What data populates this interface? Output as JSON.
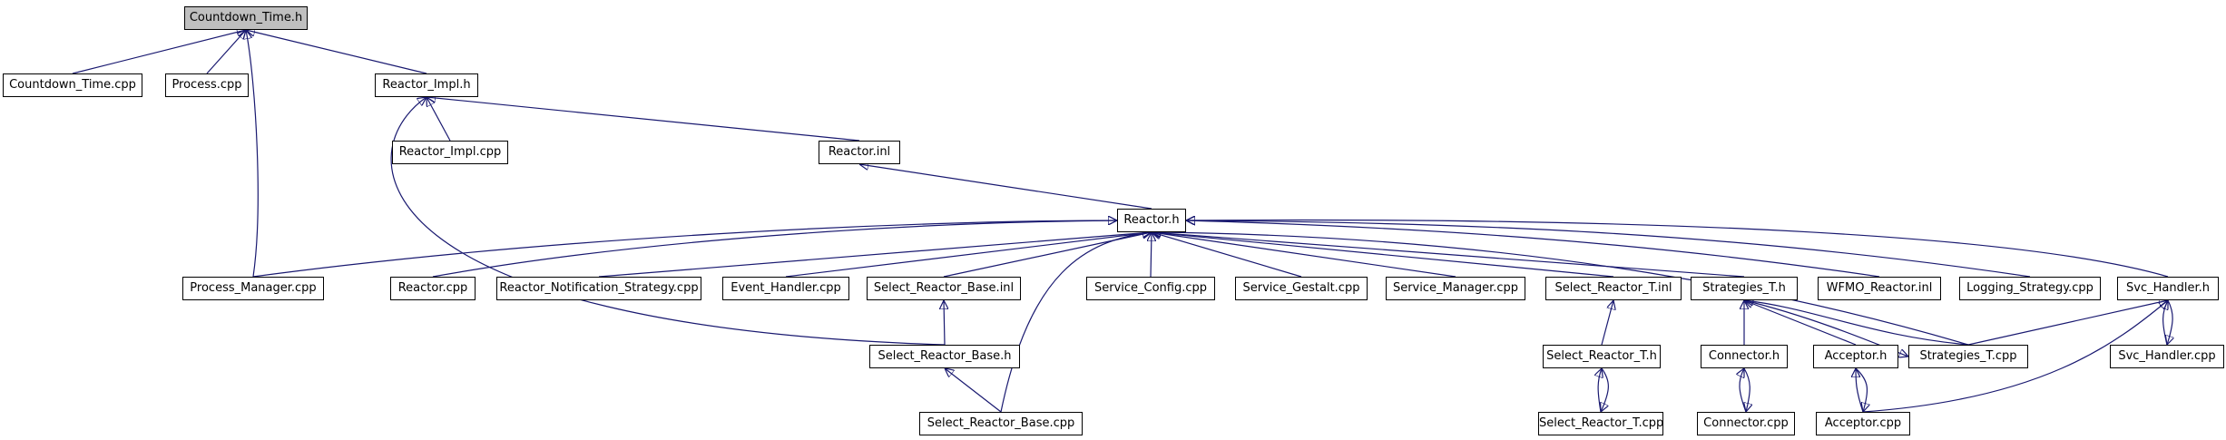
{
  "diagram": {
    "type": "include dependency graph",
    "edge_color": "#191970",
    "root_fill": "#bfbfbf",
    "nodes": [
      {
        "id": "countdown_time_h",
        "label": "Countdown_Time.h"
      },
      {
        "id": "countdown_time_cpp",
        "label": "Countdown_Time.cpp"
      },
      {
        "id": "process_cpp",
        "label": "Process.cpp"
      },
      {
        "id": "reactor_impl_h",
        "label": "Reactor_Impl.h"
      },
      {
        "id": "reactor_impl_cpp",
        "label": "Reactor_Impl.cpp"
      },
      {
        "id": "reactor_inl",
        "label": "Reactor.inl"
      },
      {
        "id": "reactor_h",
        "label": "Reactor.h"
      },
      {
        "id": "process_manager_cpp",
        "label": "Process_Manager.cpp"
      },
      {
        "id": "reactor_cpp",
        "label": "Reactor.cpp"
      },
      {
        "id": "reactor_notification_strategy_cpp",
        "label": "Reactor_Notification_Strategy.cpp"
      },
      {
        "id": "event_handler_cpp",
        "label": "Event_Handler.cpp"
      },
      {
        "id": "select_reactor_base_inl",
        "label": "Select_Reactor_Base.inl"
      },
      {
        "id": "service_config_cpp",
        "label": "Service_Config.cpp"
      },
      {
        "id": "service_gestalt_cpp",
        "label": "Service_Gestalt.cpp"
      },
      {
        "id": "service_manager_cpp",
        "label": "Service_Manager.cpp"
      },
      {
        "id": "select_reactor_t_inl",
        "label": "Select_Reactor_T.inl"
      },
      {
        "id": "strategies_t_h",
        "label": "Strategies_T.h"
      },
      {
        "id": "wfmo_reactor_inl",
        "label": "WFMO_Reactor.inl"
      },
      {
        "id": "logging_strategy_cpp",
        "label": "Logging_Strategy.cpp"
      },
      {
        "id": "svc_handler_h",
        "label": "Svc_Handler.h"
      },
      {
        "id": "select_reactor_base_h",
        "label": "Select_Reactor_Base.h"
      },
      {
        "id": "select_reactor_t_h",
        "label": "Select_Reactor_T.h"
      },
      {
        "id": "connector_h",
        "label": "Connector.h"
      },
      {
        "id": "acceptor_h",
        "label": "Acceptor.h"
      },
      {
        "id": "strategies_t_cpp",
        "label": "Strategies_T.cpp"
      },
      {
        "id": "svc_handler_cpp",
        "label": "Svc_Handler.cpp"
      },
      {
        "id": "select_reactor_base_cpp",
        "label": "Select_Reactor_Base.cpp"
      },
      {
        "id": "select_reactor_t_cpp",
        "label": "Select_Reactor_T.cpp"
      },
      {
        "id": "connector_cpp",
        "label": "Connector.cpp"
      },
      {
        "id": "acceptor_cpp",
        "label": "Acceptor.cpp"
      }
    ],
    "edges": [
      {
        "from": "countdown_time_cpp",
        "to": "countdown_time_h"
      },
      {
        "from": "process_cpp",
        "to": "countdown_time_h"
      },
      {
        "from": "process_manager_cpp",
        "to": "countdown_time_h"
      },
      {
        "from": "reactor_impl_h",
        "to": "countdown_time_h"
      },
      {
        "from": "reactor_impl_cpp",
        "to": "reactor_impl_h"
      },
      {
        "from": "reactor_inl",
        "to": "reactor_impl_h"
      },
      {
        "from": "select_reactor_base_h",
        "to": "reactor_impl_h"
      },
      {
        "from": "reactor_h",
        "to": "reactor_inl"
      },
      {
        "from": "process_manager_cpp",
        "to": "reactor_h"
      },
      {
        "from": "reactor_cpp",
        "to": "reactor_h"
      },
      {
        "from": "reactor_notification_strategy_cpp",
        "to": "reactor_h"
      },
      {
        "from": "event_handler_cpp",
        "to": "reactor_h"
      },
      {
        "from": "select_reactor_base_inl",
        "to": "reactor_h"
      },
      {
        "from": "service_config_cpp",
        "to": "reactor_h"
      },
      {
        "from": "service_gestalt_cpp",
        "to": "reactor_h"
      },
      {
        "from": "service_manager_cpp",
        "to": "reactor_h"
      },
      {
        "from": "select_reactor_t_inl",
        "to": "reactor_h"
      },
      {
        "from": "strategies_t_h",
        "to": "reactor_h"
      },
      {
        "from": "wfmo_reactor_inl",
        "to": "reactor_h"
      },
      {
        "from": "logging_strategy_cpp",
        "to": "reactor_h"
      },
      {
        "from": "svc_handler_h",
        "to": "reactor_h"
      },
      {
        "from": "select_reactor_base_cpp",
        "to": "reactor_h"
      },
      {
        "from": "strategies_t_cpp",
        "to": "reactor_h"
      },
      {
        "from": "select_reactor_base_h",
        "to": "select_reactor_base_inl"
      },
      {
        "from": "select_reactor_base_cpp",
        "to": "select_reactor_base_h"
      },
      {
        "from": "select_reactor_t_h",
        "to": "select_reactor_t_inl"
      },
      {
        "from": "select_reactor_t_cpp",
        "to": "select_reactor_t_h"
      },
      {
        "from": "select_reactor_t_h",
        "to": "select_reactor_t_cpp"
      },
      {
        "from": "connector_h",
        "to": "strategies_t_h"
      },
      {
        "from": "acceptor_h",
        "to": "strategies_t_h"
      },
      {
        "from": "strategies_t_cpp",
        "to": "strategies_t_h"
      },
      {
        "from": "strategies_t_h",
        "to": "strategies_t_cpp"
      },
      {
        "from": "connector_cpp",
        "to": "connector_h"
      },
      {
        "from": "connector_h",
        "to": "connector_cpp"
      },
      {
        "from": "acceptor_cpp",
        "to": "acceptor_h"
      },
      {
        "from": "acceptor_h",
        "to": "acceptor_cpp"
      },
      {
        "from": "svc_handler_cpp",
        "to": "svc_handler_h"
      },
      {
        "from": "svc_handler_h",
        "to": "svc_handler_cpp"
      },
      {
        "from": "strategies_t_cpp",
        "to": "svc_handler_h"
      },
      {
        "from": "acceptor_cpp",
        "to": "svc_handler_h"
      }
    ]
  }
}
